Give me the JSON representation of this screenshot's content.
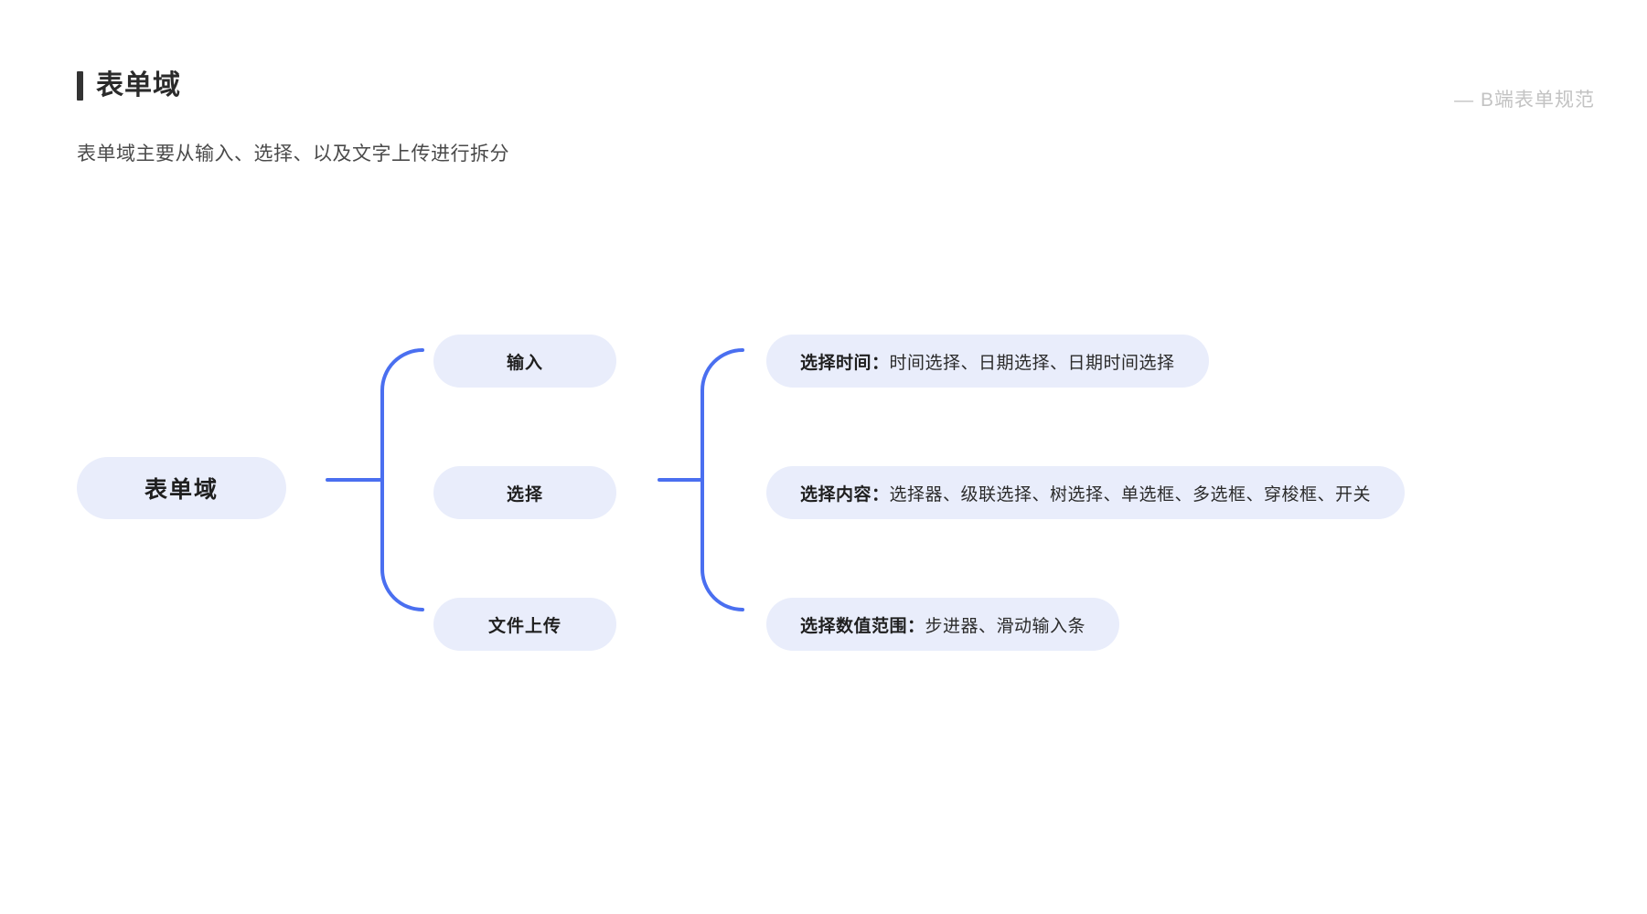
{
  "header": {
    "title": "表单域",
    "subtitle": "表单域主要从输入、选择、以及文字上传进行拆分",
    "corner_label": "— B端表单规范"
  },
  "diagram": {
    "root": {
      "label": "表单域"
    },
    "branches": [
      {
        "label": "输入"
      },
      {
        "label": "选择"
      },
      {
        "label": "文件上传"
      }
    ],
    "details": [
      {
        "label": "选择时间：",
        "body": "时间选择、日期选择、日期时间选择"
      },
      {
        "label": "选择内容：",
        "body": "选择器、级联选择、树选择、单选框、多选框、穿梭框、开关"
      },
      {
        "label": "选择数值范围：",
        "body": "步进器、滑动输入条"
      }
    ]
  },
  "colors": {
    "pill_background": "#e9edfb",
    "brace_blue": "#4a6ff0",
    "title_accent": "#333333",
    "corner_label": "#c3c3c3"
  }
}
